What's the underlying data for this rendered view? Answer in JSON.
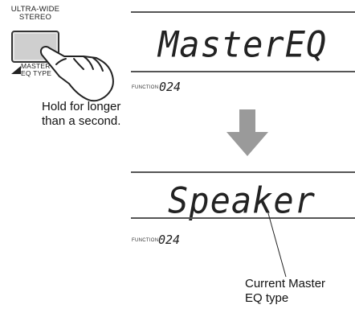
{
  "button": {
    "top_label_line1": "ULTRA-WIDE",
    "top_label_line2": "STEREO",
    "bottom_label_line1": "MASTER",
    "bottom_label_line2": "EQ TYPE",
    "icon": "hand-press-icon"
  },
  "instruction": {
    "line1": "Hold for longer",
    "line2": "than a second."
  },
  "display_top": {
    "main_text": "MasterEQ",
    "function_label": "FUNCTION",
    "function_number": "024"
  },
  "display_bottom": {
    "main_text": "Speaker",
    "function_label": "FUNCTION",
    "function_number": "024"
  },
  "callout": {
    "line1": "Current Master",
    "line2": "EQ type"
  },
  "colors": {
    "button_face": "#cfcfcf",
    "arrow": "#9a9a9a",
    "rule": "#555555"
  }
}
